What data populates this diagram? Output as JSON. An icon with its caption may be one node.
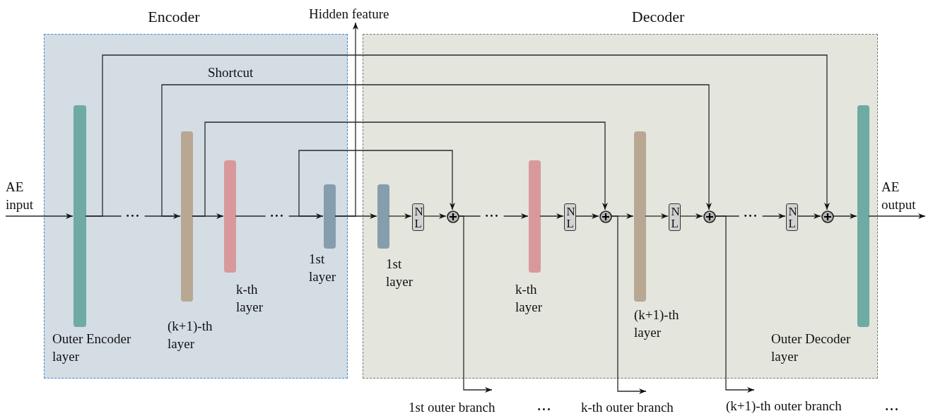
{
  "diagram": {
    "nodes": [
      {
        "text": [
          "Encoder"
        ]
      },
      {
        "text": [
          "Decoder"
        ]
      },
      {
        "text": [],
        "shape": "bar",
        "in": 0,
        "beside": [
          "Outer Encoder layer"
        ]
      },
      {
        "text": [],
        "shape": "bar",
        "in": 0,
        "beside": [
          "(k+1)-th layer"
        ]
      },
      {
        "text": [],
        "shape": "bar",
        "in": 0,
        "beside": [
          "k-th layer"
        ]
      },
      {
        "text": [],
        "shape": "bar",
        "in": 0,
        "beside": [
          "1st layer"
        ]
      },
      {
        "text": [],
        "shape": "bar",
        "in": 1,
        "beside": [
          "1st layer"
        ]
      },
      {
        "text": [
          "N L"
        ],
        "in": 1
      },
      {
        "text": [],
        "shape": "circle",
        "in": 1
      },
      {
        "text": [],
        "shape": "bar",
        "in": 1,
        "beside": [
          "k-th layer"
        ]
      },
      {
        "text": [
          "N L"
        ],
        "in": 1
      },
      {
        "text": [],
        "shape": "circle",
        "in": 1
      },
      {
        "text": [],
        "shape": "bar",
        "in": 1,
        "beside": [
          "(k+1)-th layer"
        ]
      },
      {
        "text": [
          "N L"
        ],
        "in": 1
      },
      {
        "text": [],
        "shape": "circle",
        "in": 1
      },
      {
        "text": [
          "N L"
        ],
        "in": 1
      },
      {
        "text": [],
        "shape": "circle",
        "in": 1
      },
      {
        "text": [],
        "shape": "bar",
        "in": 1,
        "beside": [
          "Outer Decoder layer"
        ]
      },
      {
        "text": [
          "Hidden feature"
        ]
      },
      {
        "text": [
          "AE input"
        ]
      },
      {
        "text": [
          "AE output"
        ]
      },
      {
        "text": [
          "1st outer branch"
        ]
      },
      {
        "text": [
          "k-th outer branch"
        ]
      },
      {
        "text": [
          "(k+1)-th outer branch"
        ]
      }
    ],
    "edges": [
      {
        "from": 19,
        "to": 2,
        "arrow": "to"
      },
      {
        "from": 2,
        "to": 3,
        "arrow": "to"
      },
      {
        "from": 3,
        "to": 4,
        "arrow": "to"
      },
      {
        "from": 4,
        "to": 5,
        "arrow": "to"
      },
      {
        "from": 5,
        "to": 6,
        "arrow": "to"
      },
      {
        "from": 5,
        "to": 18,
        "arrow": "to"
      },
      {
        "from": 6,
        "to": 7,
        "arrow": "to"
      },
      {
        "from": 7,
        "to": 8,
        "arrow": "to"
      },
      {
        "from": 8,
        "to": 9,
        "arrow": "to"
      },
      {
        "from": 9,
        "to": 10,
        "arrow": "to"
      },
      {
        "from": 10,
        "to": 11,
        "arrow": "to"
      },
      {
        "from": 11,
        "to": 12,
        "arrow": "to"
      },
      {
        "from": 12,
        "to": 13,
        "arrow": "to"
      },
      {
        "from": 13,
        "to": 14,
        "arrow": "to"
      },
      {
        "from": 14,
        "to": 15,
        "arrow": "to"
      },
      {
        "from": 15,
        "to": 16,
        "arrow": "to"
      },
      {
        "from": 16,
        "to": 17,
        "arrow": "to"
      },
      {
        "from": 17,
        "to": 20,
        "arrow": "to"
      },
      {
        "from": 2,
        "to": 16,
        "arrow": "to"
      },
      {
        "from": 3,
        "to": 14,
        "arrow": "to"
      },
      {
        "from": 3,
        "to": 11,
        "arrow": "to"
      },
      {
        "from": 5,
        "to": 8,
        "arrow": "to"
      },
      {
        "from": 8,
        "to": 21,
        "arrow": "to"
      },
      {
        "from": 11,
        "to": 22,
        "arrow": "to"
      },
      {
        "from": 14,
        "to": 23,
        "arrow": "to"
      }
    ],
    "labels": [
      "Shortcut",
      "•••",
      "•••",
      "•••",
      "•••",
      "•••",
      "•••"
    ]
  }
}
